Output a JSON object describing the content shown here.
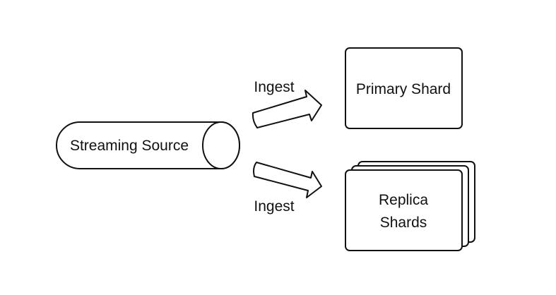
{
  "diagram": {
    "source": {
      "label": "Streaming Source"
    },
    "targets": {
      "primary": {
        "label": "Primary Shard"
      },
      "replica": {
        "label_line1": "Replica",
        "label_line2": "Shards"
      }
    },
    "edges": {
      "to_primary": {
        "label": "Ingest"
      },
      "to_replica": {
        "label": "Ingest"
      }
    },
    "colors": {
      "stroke": "#111111",
      "fill": "#ffffff",
      "background": "#ffffff"
    }
  }
}
